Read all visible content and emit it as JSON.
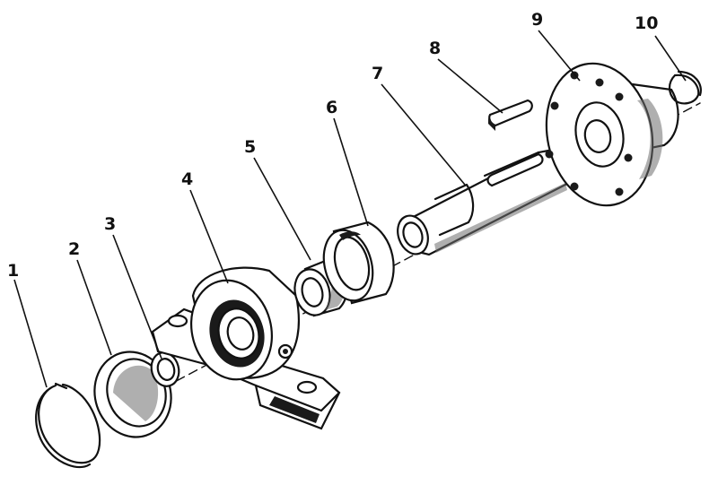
{
  "callouts": [
    {
      "number": "1",
      "part": "circlip-outer"
    },
    {
      "number": "2",
      "part": "end-cap"
    },
    {
      "number": "3",
      "part": "washer"
    },
    {
      "number": "4",
      "part": "pillow-block-bearing"
    },
    {
      "number": "5",
      "part": "bushing-sleeve"
    },
    {
      "number": "6",
      "part": "collar-ring"
    },
    {
      "number": "7",
      "part": "shaft"
    },
    {
      "number": "8",
      "part": "key"
    },
    {
      "number": "9",
      "part": "flange-hub"
    },
    {
      "number": "10",
      "part": "circlip-end"
    }
  ]
}
